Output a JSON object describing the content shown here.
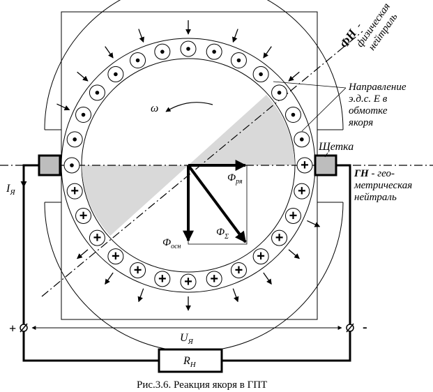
{
  "labels": {
    "fn_bold": "ФН",
    "fn_line1": "-",
    "fn_line2": "физическая",
    "fn_line3": "нейтраль",
    "direction_line1": "Направление",
    "direction_line2": "э.д.с. Е в",
    "direction_line3": "обмотке",
    "direction_line4": "якоря",
    "omega": "ω",
    "brush": "Щетка",
    "gn_bold": "ГН",
    "gn_rest": " - гео-",
    "gn_line2": "метрическая",
    "gn_line3": "нейтраль",
    "i_main": "I",
    "i_sub": "Я",
    "phi_ra_main": "Ф",
    "phi_ra_sub": "ря",
    "phi_sigma_main": "Ф",
    "phi_sigma_sub": "Σ",
    "phi_osn_main": "Ф",
    "phi_osn_sub": "осн",
    "u_main": "U",
    "u_sub": "Я",
    "r_main": "R",
    "r_sub": "Н",
    "plus_terminal": "+",
    "minus_terminal": "-",
    "caption": "Рис.3.6. Реакция якоря в ГПТ"
  },
  "conductors": {
    "dot_count": 14,
    "plus_count": 14,
    "plus_symbol": "+"
  },
  "colors": {
    "line": "#000000",
    "shading": "#d9d9d9",
    "brush_fill": "#bdbdbd"
  }
}
